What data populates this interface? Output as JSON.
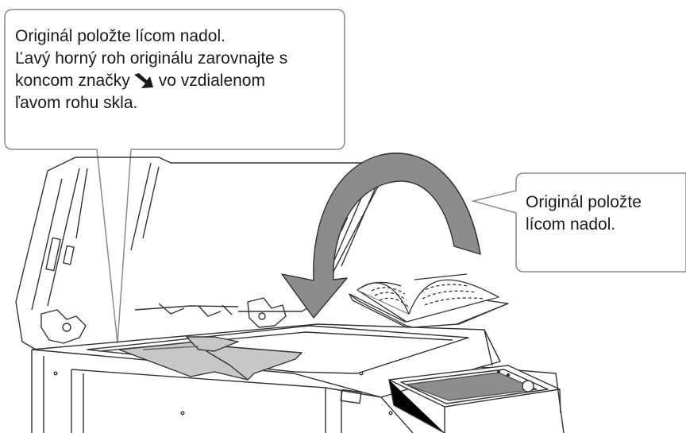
{
  "callout_main": {
    "line1": "Originál položte lícom nadol.",
    "line2": "Ľavý horný roh originálu zarovnajte s",
    "line3_before": "koncom značky",
    "line3_icon": "corner-arrow-icon",
    "line3_after": "vo vzdialenom",
    "line4": "ľavom rohu skla."
  },
  "callout_book": {
    "line1": "Originál položte",
    "line2": "lícom nadol."
  },
  "colors": {
    "outline": "#333333",
    "callout_border": "#8a8a8a",
    "paper_fill": "#c8c8c8",
    "arrow_fill": "#8c8c8c",
    "panel_fill": "#8e8e8e"
  },
  "icons": [
    "corner-arrow-icon",
    "curved-arrow-icon",
    "open-book-icon"
  ]
}
